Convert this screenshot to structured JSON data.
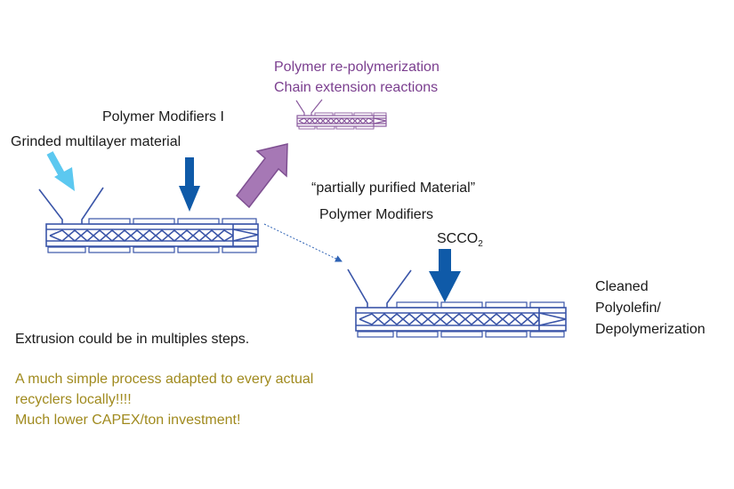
{
  "labels": {
    "repolymerization": "Polymer re-polymerization",
    "chain_extension": "Chain extension reactions",
    "modifiers_one": "Polymer Modifiers I",
    "grinded": "Grinded multilayer material",
    "partially_purified": "“partially purified Material”",
    "modifiers": "Polymer Modifiers",
    "scco2_main": "SCCO",
    "scco2_sub": "2",
    "cleaned": "Cleaned",
    "polyolefin": "Polyolefin/",
    "depolymerization": "Depolymerization",
    "extrusion_note": "Extrusion could be in multiples steps."
  },
  "highlights": {
    "line1": "A much simple process adapted to every actual",
    "line2": "recyclers locally!!!!",
    "line3": "Much lower CAPEX/ton investment!"
  },
  "colors": {
    "extruder_blue": "#3a55a8",
    "arrow_dark_blue": "#0f5aa8",
    "arrow_light_blue": "#5cc8f0",
    "arrow_purple": "#a678b5",
    "purple_text": "#7b3f8f",
    "gold_text": "#a08a1e"
  }
}
